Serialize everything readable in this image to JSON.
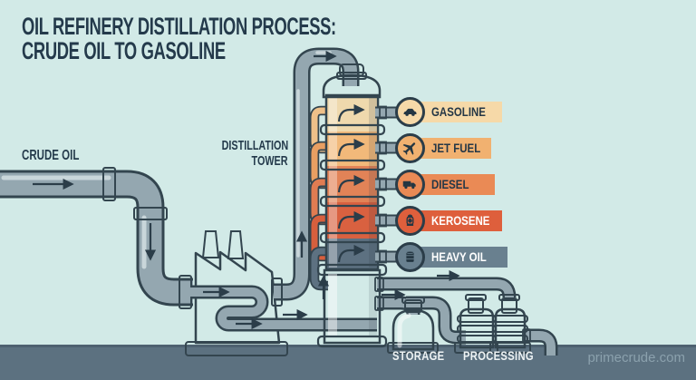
{
  "title": {
    "line1": "OIL REFINERY DISTILLATION PROCESS:",
    "line2": "CRUDE OIL TO GASOLINE"
  },
  "labels": {
    "crude_oil": "CRUDE OIL",
    "distillation_tower_line1": "DISTILLATION",
    "distillation_tower_line2": "TOWER",
    "storage": "STORAGE",
    "processing": "PROCESSING",
    "watermark": "primecrude.com"
  },
  "products": [
    {
      "label": "GASOLINE",
      "icon": "car-icon",
      "chip_color": "#f6d9a8",
      "text_color": "#253746"
    },
    {
      "label": "JET FUEL",
      "icon": "plane-icon",
      "chip_color": "#f1b170",
      "text_color": "#253746"
    },
    {
      "label": "DIESEL",
      "icon": "truck-icon",
      "chip_color": "#ea8a55",
      "text_color": "#253746"
    },
    {
      "label": "KEROSENE",
      "icon": "lantern-icon",
      "chip_color": "#de5f3c",
      "text_color": "#ffffff"
    },
    {
      "label": "HEAVY OIL",
      "icon": "oil-drum-icon",
      "chip_color": "#69808f",
      "text_color": "#ffffff"
    }
  ],
  "tower_sections": [
    {
      "name": "gasoline",
      "color": "#efd9ad"
    },
    {
      "name": "jet-fuel",
      "color": "#f2b97a"
    },
    {
      "name": "diesel",
      "color": "#e28357"
    },
    {
      "name": "kerosene",
      "color": "#d96140"
    },
    {
      "name": "heavy-oil",
      "color": "#5d7181"
    }
  ],
  "colors": {
    "background": "#d2eae7",
    "ground": "#5c7180",
    "title_text": "#243a4b",
    "pipe_body": "#94a7b0",
    "pipe_outline": "#33454f",
    "furnace_left": "#e8643c",
    "furnace_right": "#f6ac5e",
    "tank_body": "#b9c2c6",
    "watermark_text": "#8ba1ad"
  }
}
